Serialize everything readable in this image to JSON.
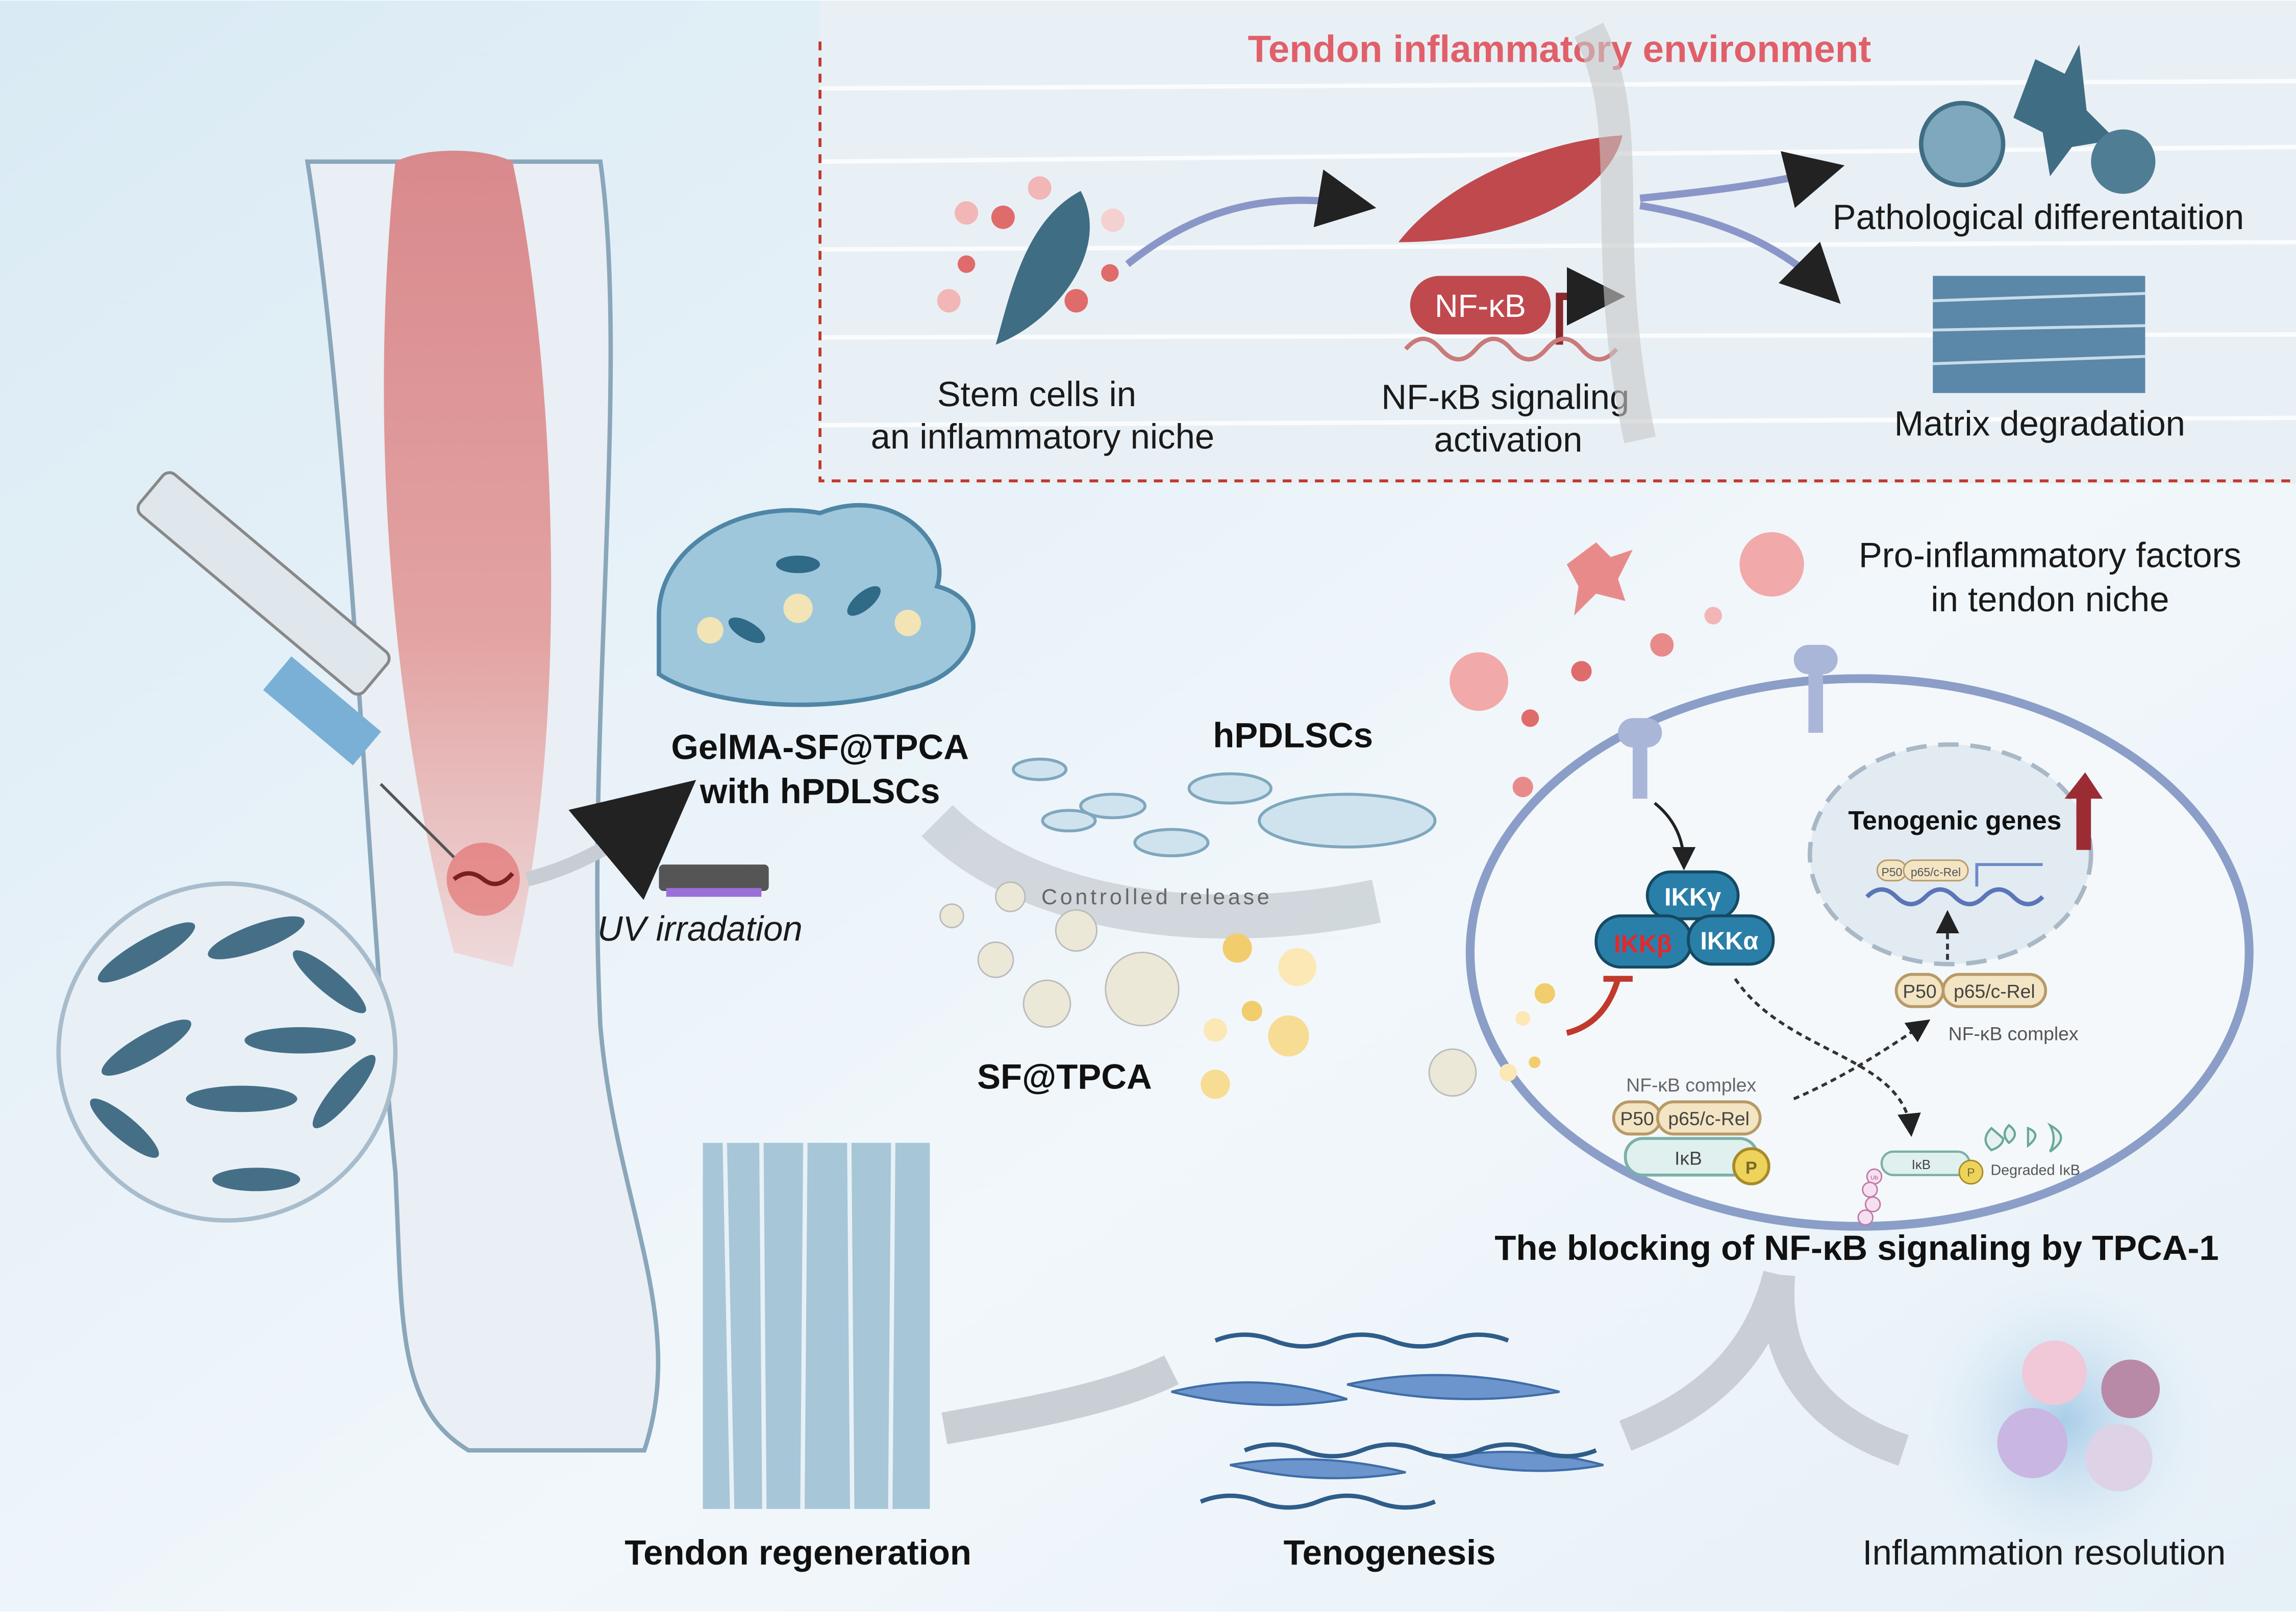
{
  "top_panel": {
    "title": "Tendon inflammatory environment",
    "stem_cells_label_1": "Stem cells in",
    "stem_cells_label_2": "an inflammatory niche",
    "nfkb_badge": "NF-κB",
    "nfkb_activation_1": "NF-κB signaling",
    "nfkb_activation_2": "activation",
    "pathological": "Pathological differentaition",
    "matrix": "Matrix degradation"
  },
  "left": {
    "hydrogel_1": "GelMA-SF@TPCA",
    "hydrogel_2": "with hPDLSCs",
    "uv": "UV irradation",
    "hpdlscs": "hPDLSCs",
    "controlled_release": "Controlled release",
    "sf_tpca": "SF@TPCA"
  },
  "cell": {
    "pro_inflammatory_1": "Pro-inflammatory factors",
    "pro_inflammatory_2": "in tendon niche",
    "tenogenic_genes": "Tenogenic genes",
    "ikk_gamma": "IKKγ",
    "ikk_beta": "IKKβ",
    "ikk_alpha": "IKKα",
    "p50": "P50",
    "p65": "p65/c-Rel",
    "nfkb_complex": "NF-κB complex",
    "ikb": "IκB",
    "p": "P",
    "ub": "Ub",
    "degraded_ikb": "Degraded IκB",
    "blocking_title": "The blocking of NF-κB signaling by TPCA-1"
  },
  "bottom": {
    "tendon_regeneration": "Tendon regeneration",
    "tenogenesis": "Tenogenesis",
    "inflammation_resolution": "Inflammation resolution"
  },
  "colors": {
    "title_red": "#e0606a",
    "ikk_blue": "#2a7fa8",
    "ikk_beta_red": "#e8262b",
    "dashed_border": "#c0392b",
    "background": "#e8f2f8"
  }
}
